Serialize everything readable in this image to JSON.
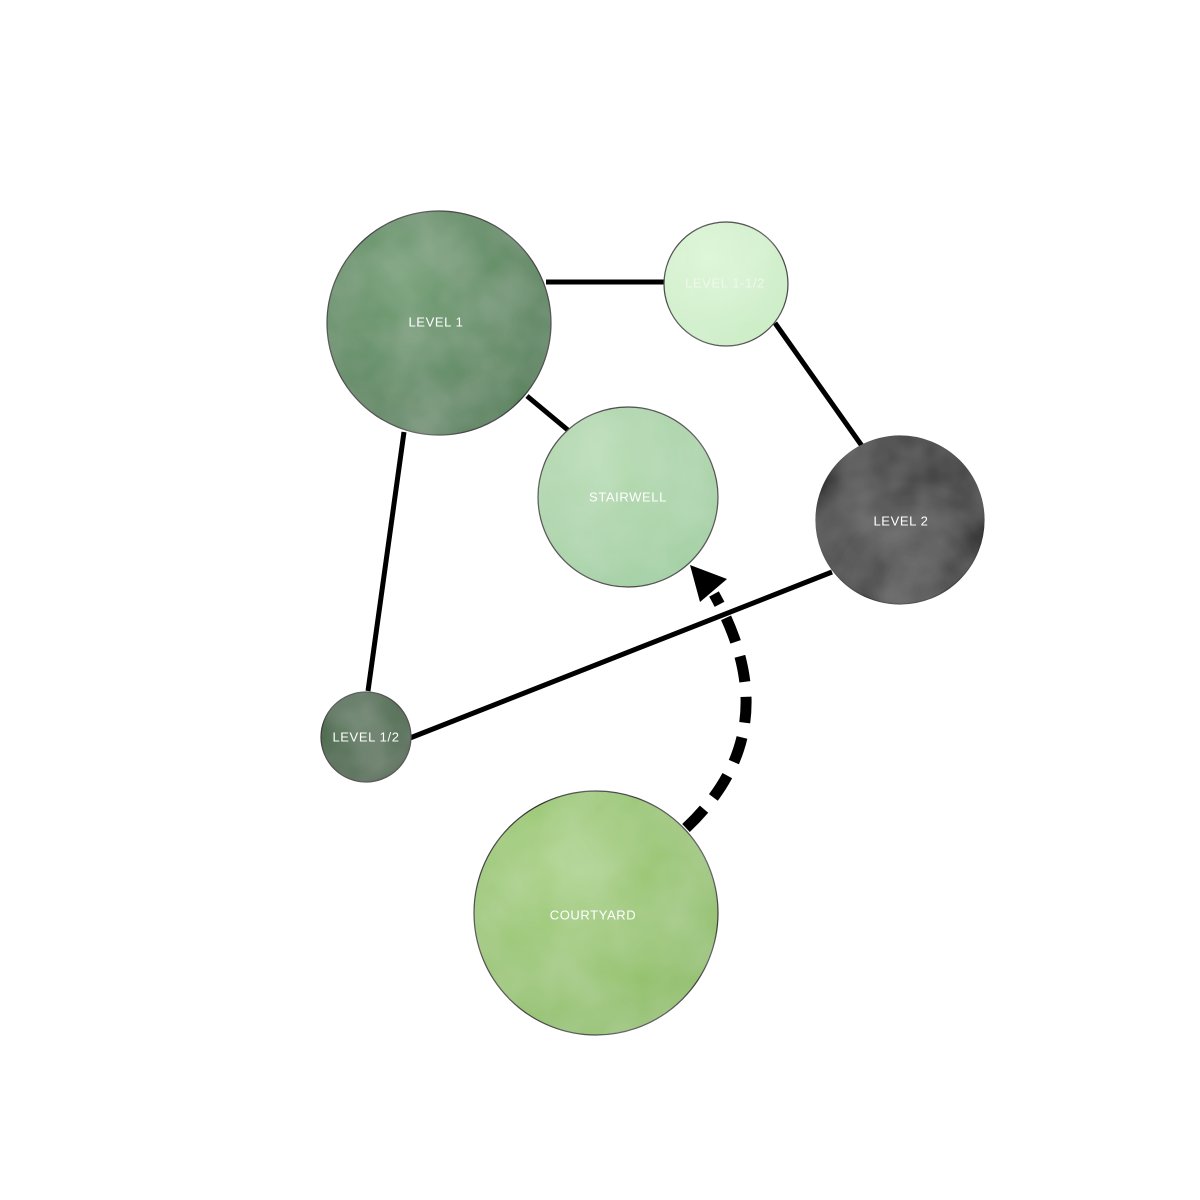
{
  "diagram": {
    "nodes": [
      {
        "id": "level1",
        "label": "LEVEL 1",
        "fill": "#4a7a4f",
        "fill_light": "#6a9a6c",
        "text_color": "#ffffff"
      },
      {
        "id": "level1half2",
        "label": "LEVEL 1-1/2",
        "fill": "#c8ecc2",
        "fill_light": "#dcf5d6",
        "text_color": "#eef8ea"
      },
      {
        "id": "stairwell",
        "label": "STAIRWELL",
        "fill": "#9ccc9c",
        "fill_light": "#b8dcb4",
        "text_color": "#ffffff"
      },
      {
        "id": "level2",
        "label": "LEVEL 2",
        "fill": "#141414",
        "fill_light": "#4a4a4a",
        "text_color": "#ffffff"
      },
      {
        "id": "levelhalf",
        "label": "LEVEL 1/2",
        "fill": "#2d5530",
        "fill_light": "#436b45",
        "text_color": "#ffffff"
      },
      {
        "id": "courtyard",
        "label": "COURTYARD",
        "fill": "#8dbd63",
        "fill_light": "#a6cf80",
        "text_color": "#ffffff"
      }
    ],
    "edges": [
      {
        "from": "level1",
        "to": "level1half2",
        "style": "solid"
      },
      {
        "from": "level1",
        "to": "stairwell",
        "style": "solid"
      },
      {
        "from": "level1",
        "to": "levelhalf",
        "style": "solid"
      },
      {
        "from": "level1half2",
        "to": "level2",
        "style": "solid"
      },
      {
        "from": "levelhalf",
        "to": "level2",
        "style": "solid"
      }
    ],
    "flows": [
      {
        "from": "courtyard",
        "to": "stairwell",
        "style": "dashed-arrow"
      }
    ]
  }
}
